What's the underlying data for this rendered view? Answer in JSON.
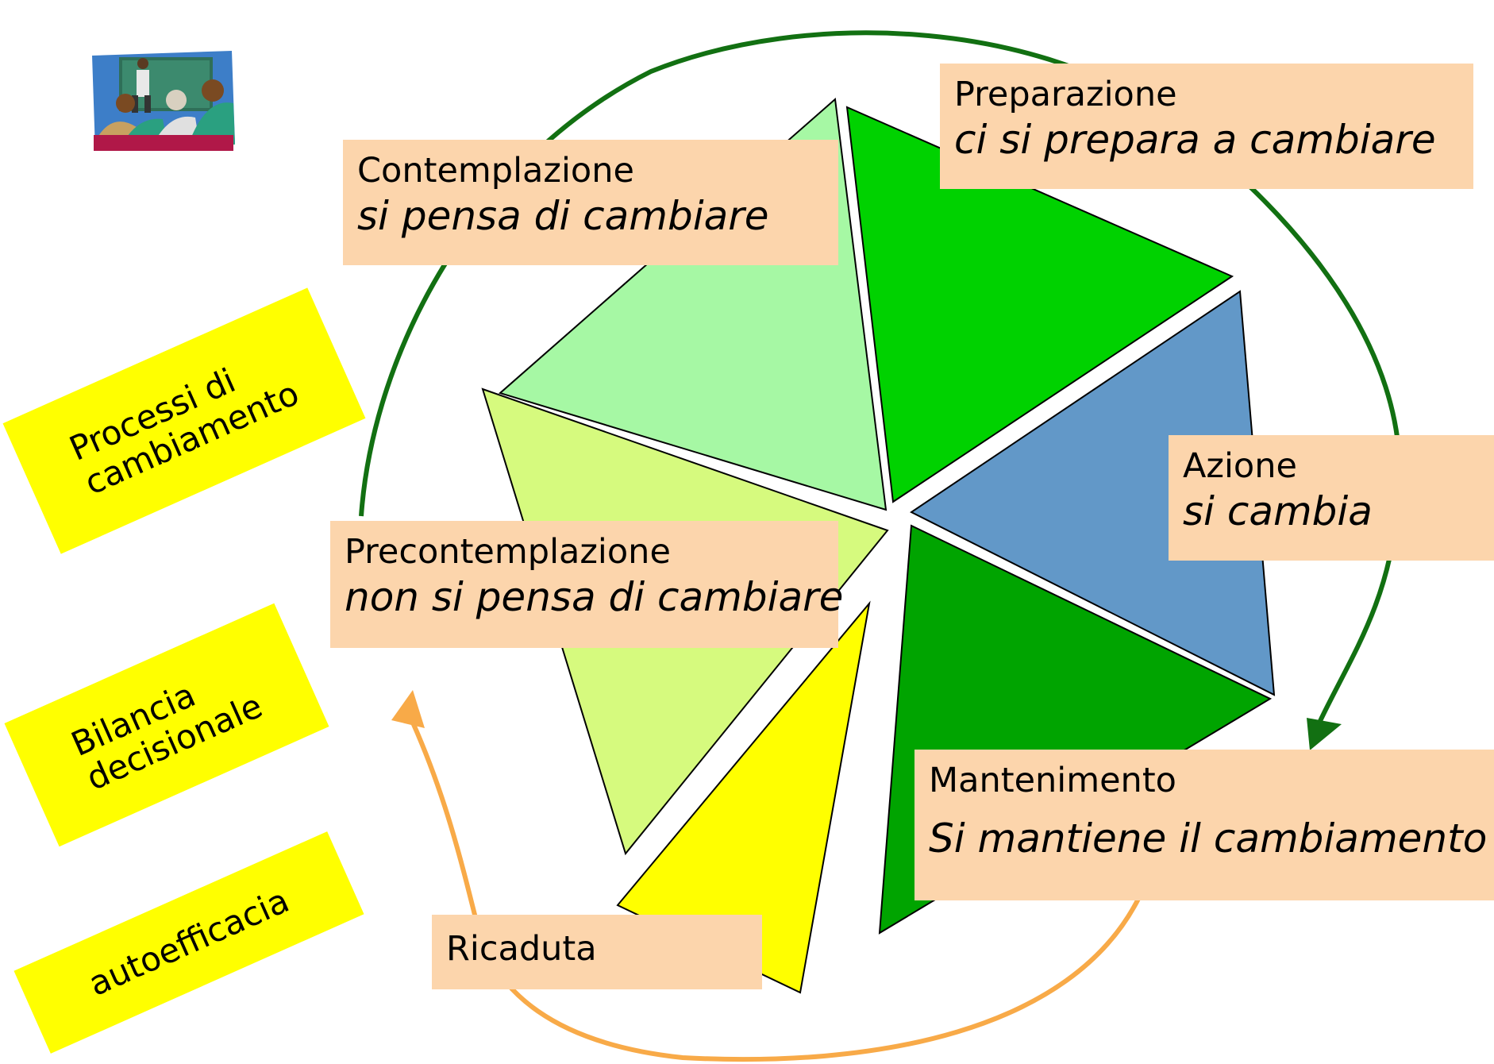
{
  "stages": {
    "contemplazione": {
      "name": "Contemplazione",
      "desc": "si pensa di cambiare",
      "color": "#A6F8A4"
    },
    "preparazione": {
      "name": "Preparazione",
      "desc": "ci si prepara a cambiare",
      "color": "#00D200"
    },
    "azione": {
      "name": "Azione",
      "desc": "si cambia",
      "color": "#6298C8"
    },
    "mantenimento": {
      "name": "Mantenimento",
      "desc": "Si mantiene il cambiamento",
      "color": "#00A400"
    },
    "ricaduta": {
      "name": "Ricaduta",
      "color": "#FFFF00"
    },
    "precontemplazione": {
      "name": "Precontemplazione",
      "desc": "non si pensa di cambiare",
      "color": "#D6FA7E"
    }
  },
  "factors": [
    {
      "line1": "Processi di",
      "line2": "cambiamento"
    },
    {
      "line1": "Bilancia",
      "line2": "decisionale"
    },
    {
      "line1": "autoefficacia"
    }
  ],
  "colors": {
    "label_box": "#FCD5AC",
    "factor_box": "#FFFF00",
    "cycle_arrow": "#127012",
    "relapse_arrow": "#F8AA48"
  },
  "icons": {
    "clipart": "classroom-presentation-icon"
  }
}
